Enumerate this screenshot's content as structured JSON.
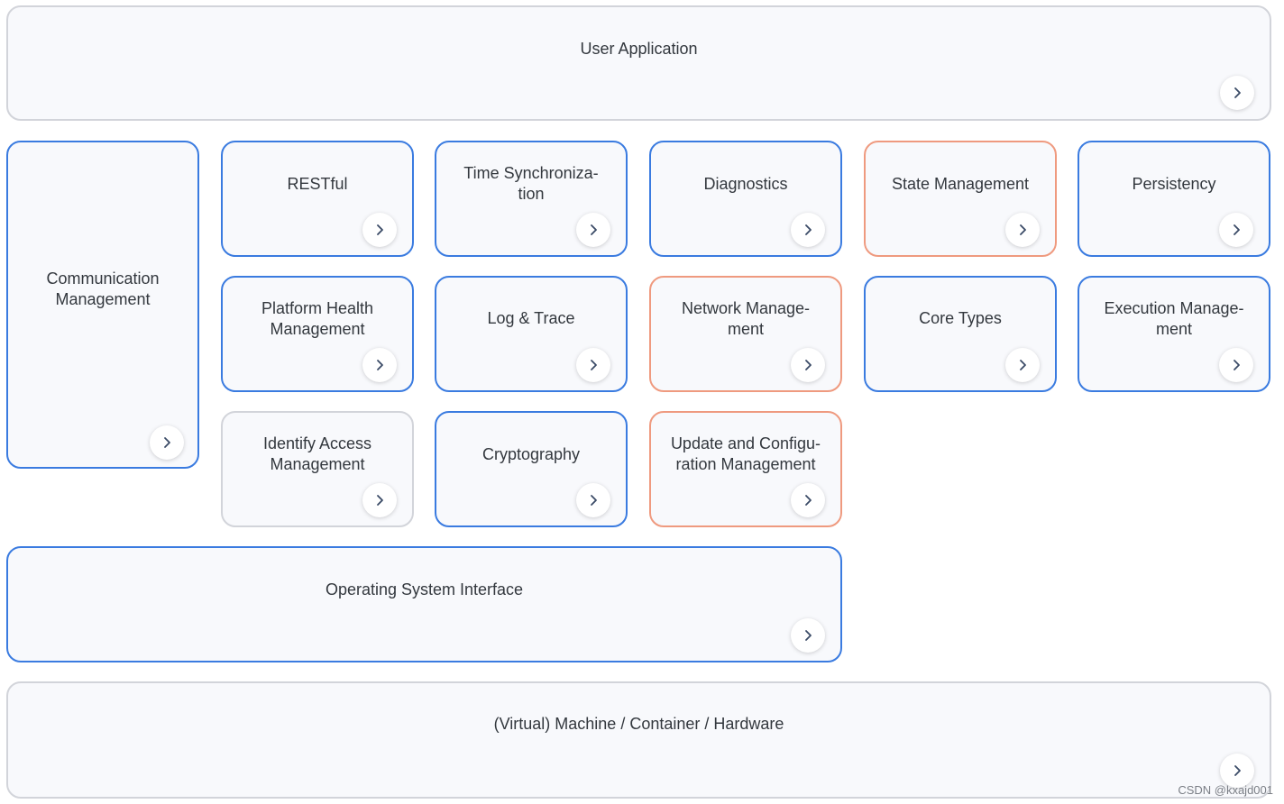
{
  "blocks": {
    "user_application": "User Application",
    "communication_management": "Communication\nManagement",
    "restful": "RESTful",
    "time_synchronization": "Time Synchroniza-\ntion",
    "diagnostics": "Diagnostics",
    "state_management": "State Management",
    "persistency": "Persistency",
    "platform_health_management": "Platform Health\nManagement",
    "log_trace": "Log & Trace",
    "network_management": "Network Manage-\nment",
    "core_types": "Core Types",
    "execution_management": "Execution Manage-\nment",
    "identify_access_management": "Identify Access\nManagement",
    "cryptography": "Cryptography",
    "update_configuration_management": "Update and Configu-\nration Management",
    "operating_system_interface": "Operating System Interface",
    "machine_container_hardware": "(Virtual) Machine / Container / Hardware"
  },
  "icons": {
    "expand": "chevron-right-icon"
  },
  "colors": {
    "blue_border": "#3a7be0",
    "grey_border": "#d2d4da",
    "orange_border": "#ef9a7f"
  },
  "watermark": "CSDN @kxajd001"
}
